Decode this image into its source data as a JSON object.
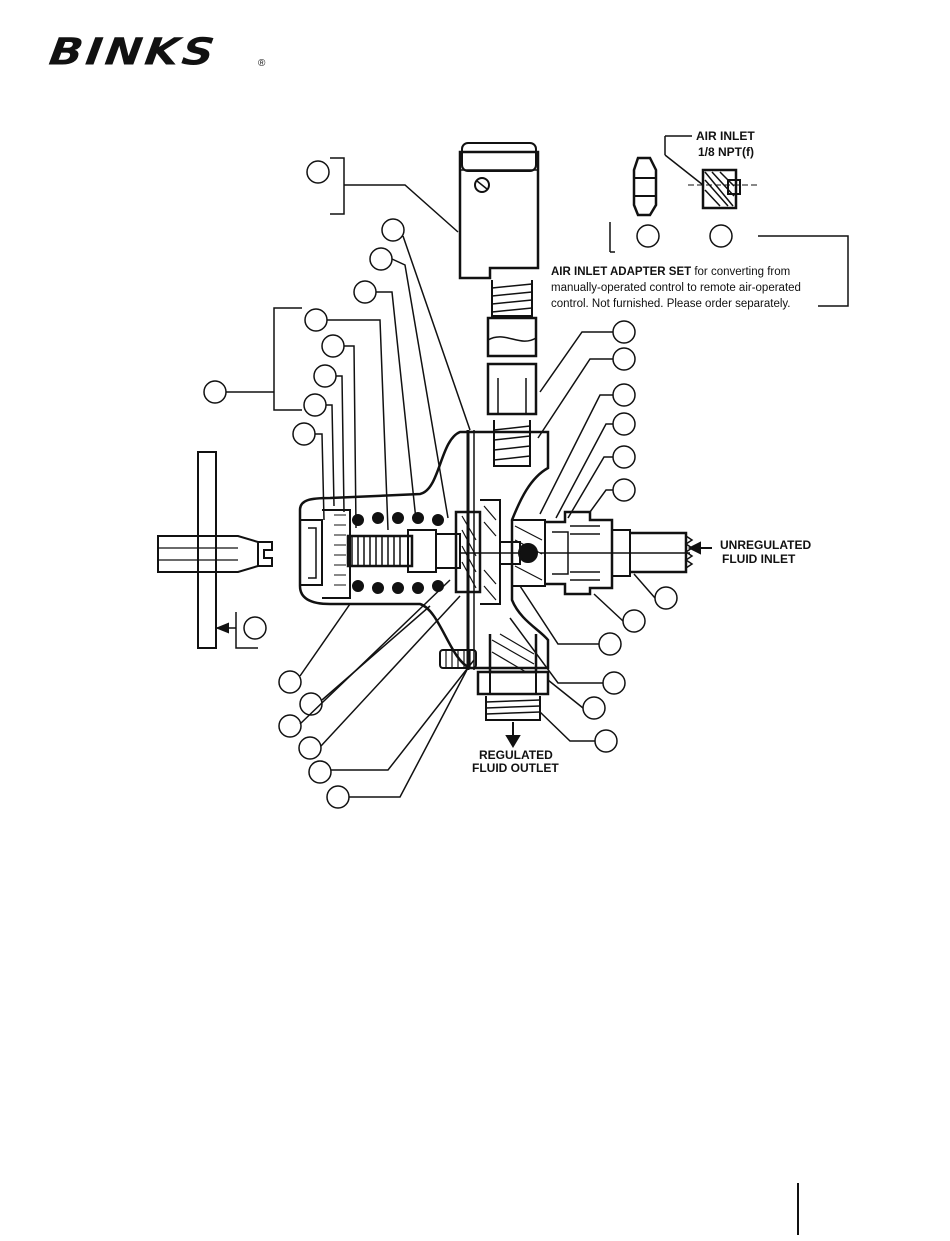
{
  "logo": {
    "brand": "BINKS",
    "registered_mark": "®"
  },
  "annotations": {
    "air_inlet": "AIR INLET",
    "air_inlet_thread": "1/8 NPT(f)",
    "adapter_note_line1_bold": "AIR INLET ADAPTER SET",
    "adapter_note_line1_rest": " for converting from",
    "adapter_note_line2": "manually-operated control to remote air-operated",
    "adapter_note_line3": "control. Not furnished. Please order separately.",
    "unregulated_line1": "UNREGULATED",
    "unregulated_line2": "FLUID INLET",
    "regulated_line1": "REGULATED",
    "regulated_line2": "FLUID OUTLET"
  },
  "colors": {
    "ink": "#111111",
    "background": "#ffffff"
  }
}
